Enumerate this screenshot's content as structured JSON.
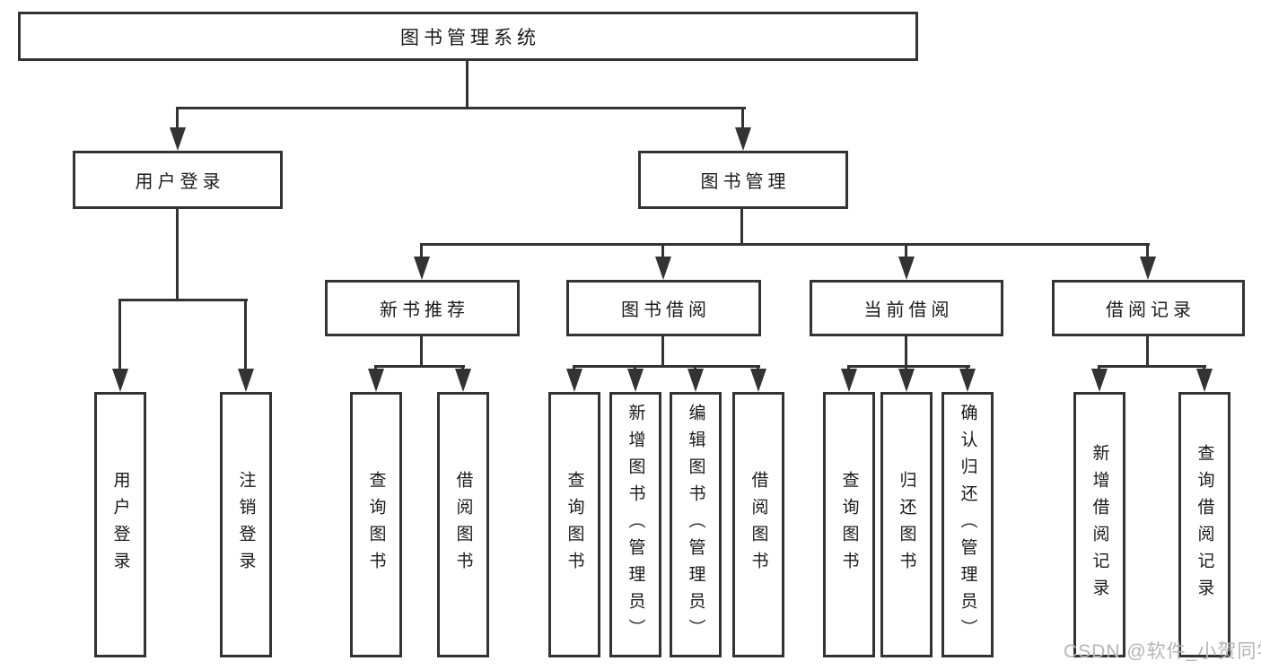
{
  "tree": {
    "root": {
      "label": "图书管理系统"
    },
    "branches": [
      {
        "label": "用户登录",
        "children": [
          {
            "label": "用户登录"
          },
          {
            "label": "注销登录"
          }
        ]
      },
      {
        "label": "图书管理",
        "children": [
          {
            "label": "新书推荐",
            "children": [
              {
                "label": "查询图书"
              },
              {
                "label": "借阅图书"
              }
            ]
          },
          {
            "label": "图书借阅",
            "children": [
              {
                "label": "查询图书"
              },
              {
                "label": "新增图书（管理员）"
              },
              {
                "label": "编辑图书（管理员）"
              },
              {
                "label": "借阅图书"
              }
            ]
          },
          {
            "label": "当前借阅",
            "children": [
              {
                "label": "查询图书"
              },
              {
                "label": "归还图书"
              },
              {
                "label": "确认归还（管理员）"
              }
            ]
          },
          {
            "label": "借阅记录",
            "children": [
              {
                "label": "新增借阅记录"
              },
              {
                "label": "查询借阅记录"
              }
            ]
          }
        ]
      }
    ]
  },
  "watermark": {
    "text": "CSDN @软件_小贺同学"
  },
  "colors": {
    "line": "#333333",
    "text": "#1a1a1a",
    "watermark": "#b5b5b5",
    "background": "#ffffff"
  }
}
